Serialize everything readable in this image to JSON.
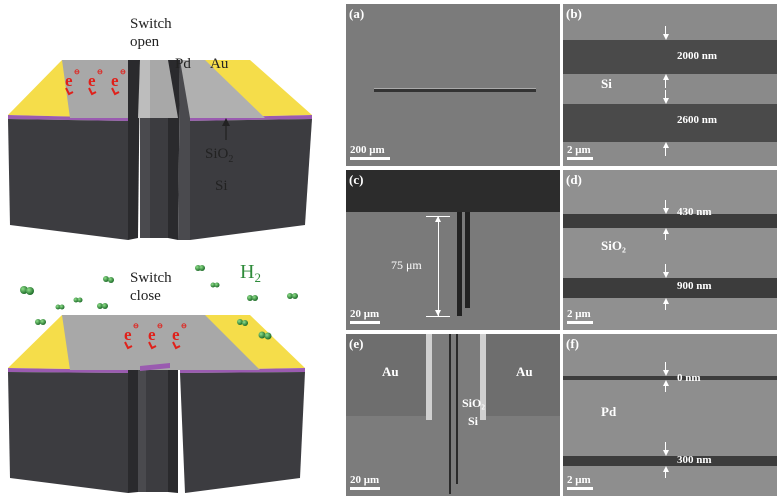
{
  "schematic": {
    "top_label_line1": "Switch",
    "top_label_line2": "open",
    "pd_label": "Pd",
    "au_label": "Au",
    "sio2_base": "SiO",
    "sio2_sub": "2",
    "si_label": "Si",
    "electron": "e",
    "bottom_label_line1": "Switch",
    "bottom_label_line2": "close",
    "h2_base": "H",
    "h2_sub": "2"
  },
  "panels": {
    "a": {
      "label": "(a)",
      "scale": "200 μm"
    },
    "b": {
      "label": "(b)",
      "scale": "2 μm",
      "material": "Si",
      "width1": "2000 nm",
      "width2": "2600 nm"
    },
    "c": {
      "label": "(c)",
      "scale": "20 μm",
      "depth": "75 μm"
    },
    "d": {
      "label": "(d)",
      "scale": "2 μm",
      "material": "SiO₂",
      "width1": "430 nm",
      "width2": "900 nm"
    },
    "e": {
      "label": "(e)",
      "scale": "20 μm",
      "au_left": "Au",
      "au_right": "Au",
      "sio2": "SiO₂",
      "si": "Si"
    },
    "f": {
      "label": "(f)",
      "scale": "2 μm",
      "material": "Pd",
      "width1": "0 nm",
      "width2": "300 nm"
    }
  },
  "colors": {
    "gold": "#f5dd4a",
    "pd": "#a8a8a8",
    "si_dark": "#3c3c40",
    "sio2": "#9a5bb0",
    "h2": "#2e8b3a",
    "electron": "#e0201a"
  }
}
